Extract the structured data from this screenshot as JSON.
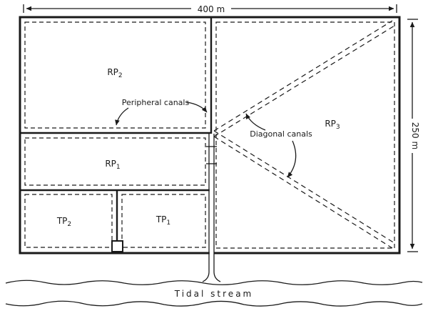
{
  "diagram": {
    "dimensions": {
      "width": "400 m",
      "height": "250 m"
    },
    "ponds": {
      "rp2": {
        "base": "RP",
        "sub": "2"
      },
      "rp1": {
        "base": "RP",
        "sub": "1"
      },
      "rp3": {
        "base": "RP",
        "sub": "3"
      },
      "tp2": {
        "base": "TP",
        "sub": "2"
      },
      "tp1": {
        "base": "TP",
        "sub": "1"
      }
    },
    "labels": {
      "peripheral_canals": "Peripheral canals",
      "diagonal_canals": "Diagonal canals",
      "tidal_stream": "Tidal stream"
    },
    "colors": {
      "ink": "#1a1a1a",
      "background": "#ffffff"
    }
  }
}
